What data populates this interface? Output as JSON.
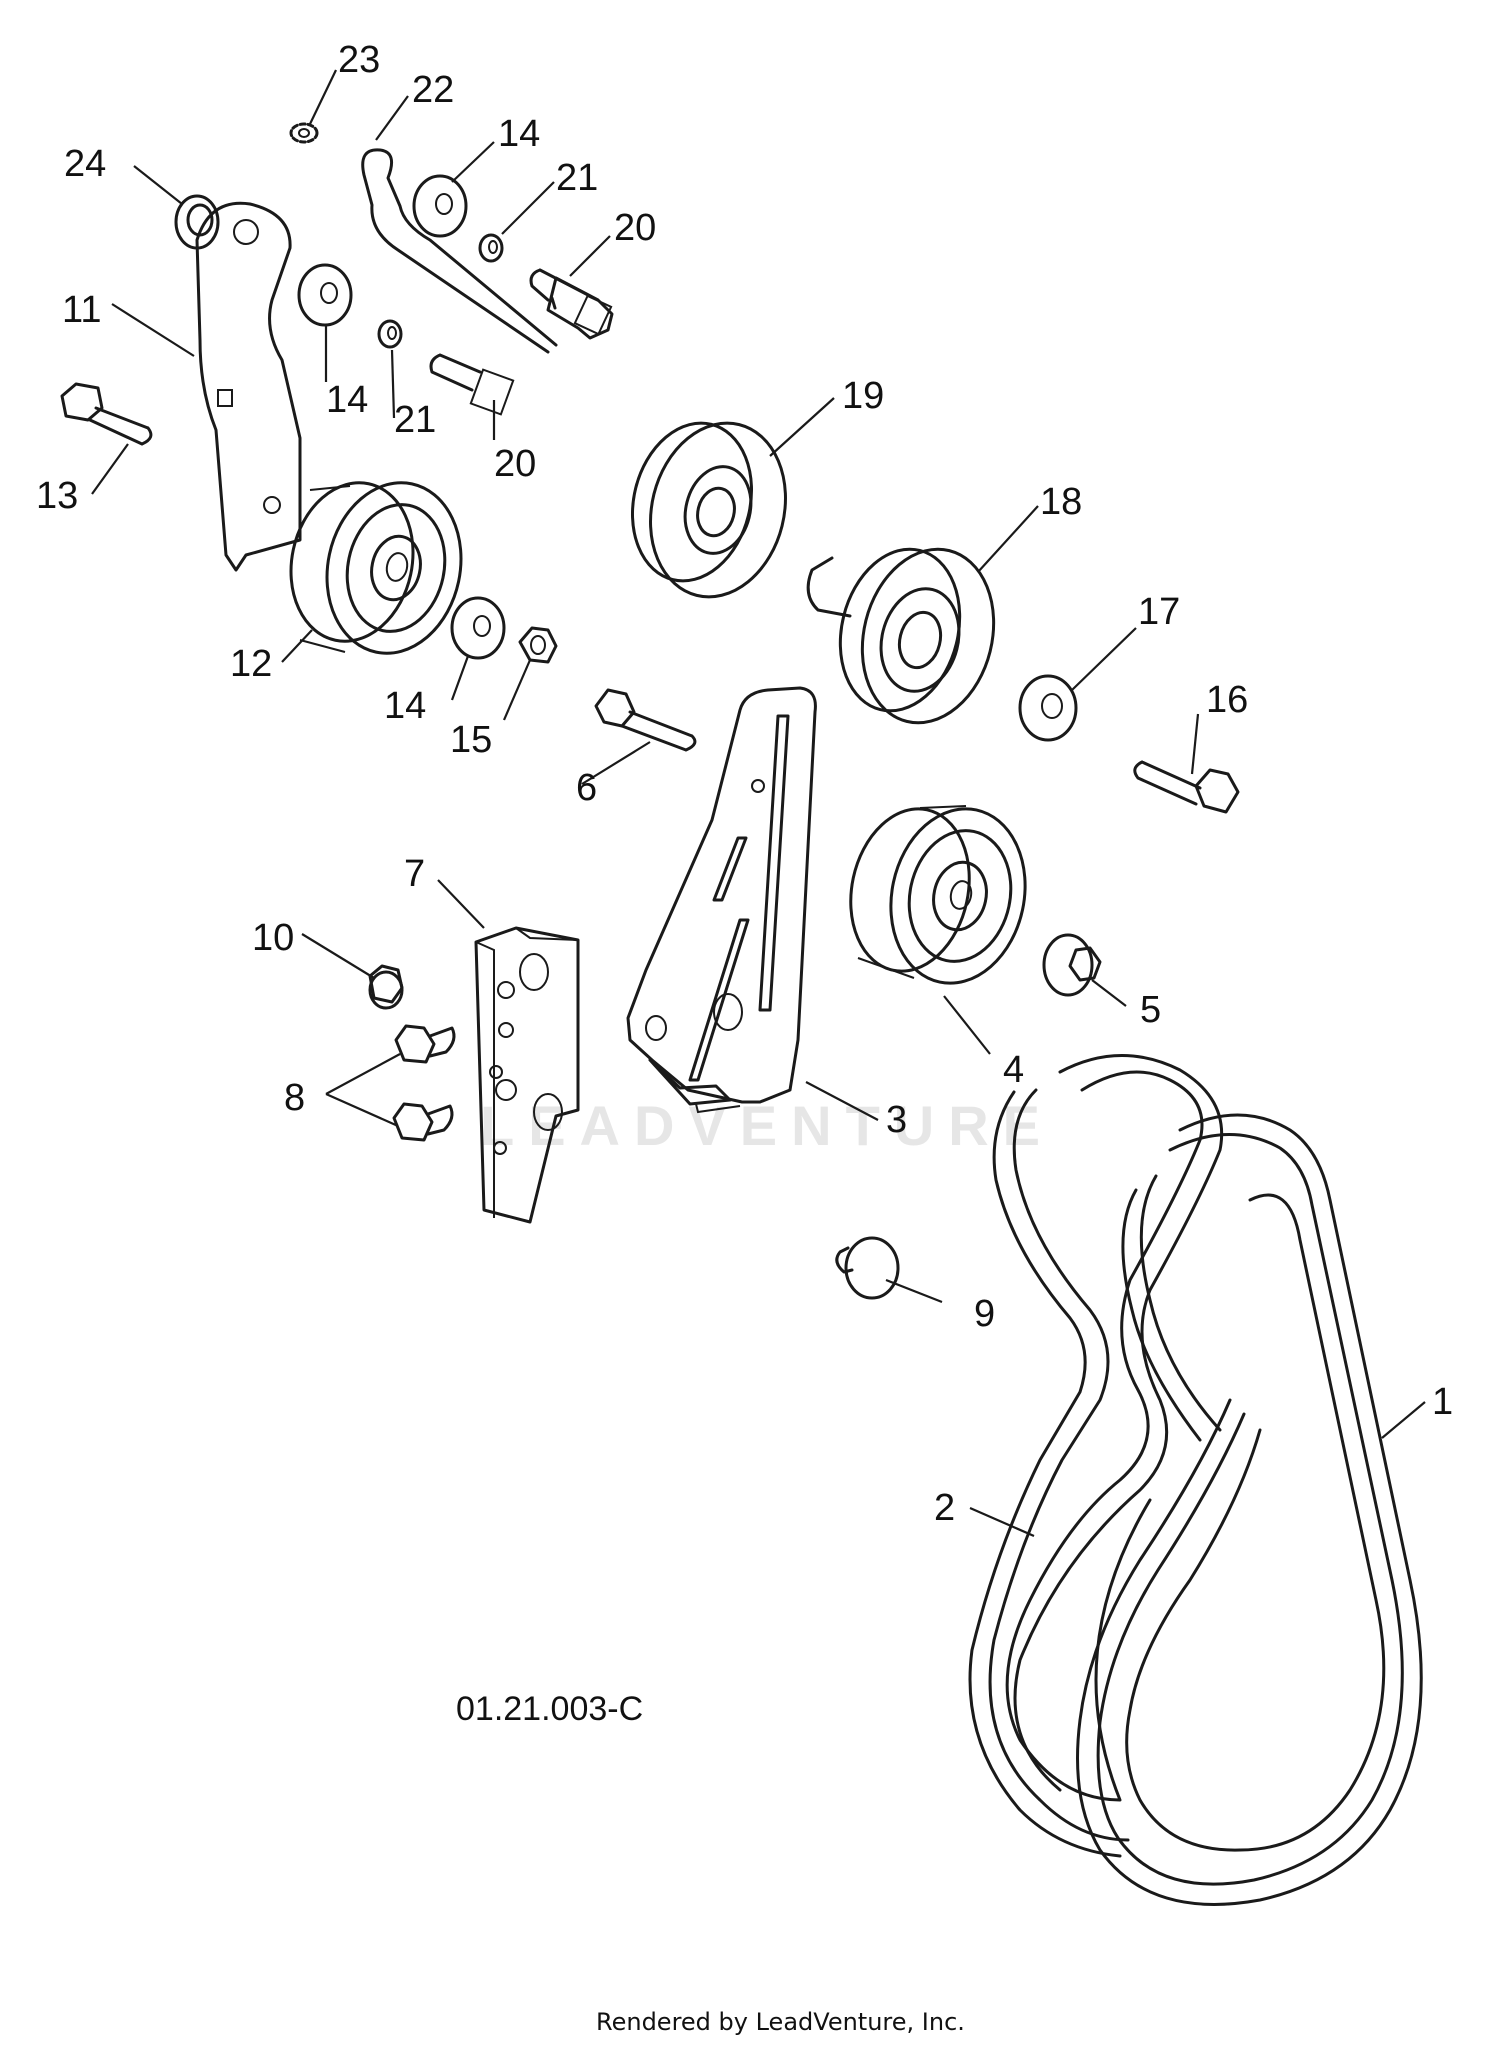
{
  "drawing_number": "01.21.003-C",
  "credit": "Rendered by LeadVenture, Inc.",
  "watermark": "LEADVENTURE",
  "callouts": [
    "1",
    "2",
    "3",
    "4",
    "5",
    "6",
    "7",
    "8",
    "9",
    "10",
    "11",
    "12",
    "13",
    "14",
    "14",
    "14",
    "15",
    "16",
    "17",
    "18",
    "19",
    "20",
    "20",
    "21",
    "21",
    "22",
    "23",
    "24"
  ]
}
